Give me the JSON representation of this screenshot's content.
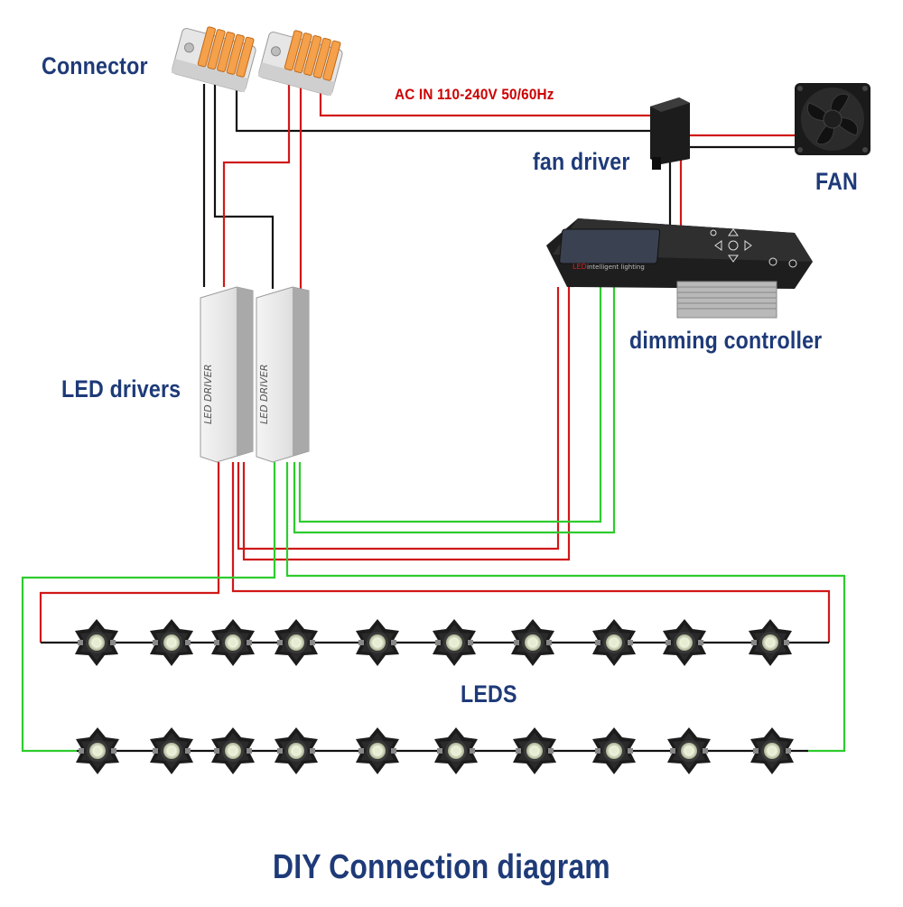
{
  "labels": {
    "connector": "Connector",
    "ac_in": "AC IN 110-240V 50/60Hz",
    "fan_driver": "fan driver",
    "fan": "FAN",
    "dimming_controller": "dimming controller",
    "led_drivers": "LED drivers",
    "leds": "LEDS",
    "title": "DIY Connection diagram"
  },
  "device_text": {
    "led_driver_1": "LED DRIVER",
    "led_driver_2": "LED DRIVER",
    "controller_brand": "intelligent lighting",
    "controller_logo": "LED"
  },
  "led_rows": {
    "row_count": 2,
    "leds_per_row": 10
  },
  "colors": {
    "label_blue": "#1e3a78",
    "ac_text_red": "#cc0000",
    "wire_red": "#d01818",
    "wire_black": "#111111",
    "wire_green": "#2ecc2e",
    "connector_orange": "#f5a04a"
  },
  "icons": [
    "connector-block-icon",
    "fan-icon",
    "led-driver-icon",
    "fan-driver-icon",
    "dimming-controller-icon",
    "led-star-icon"
  ]
}
